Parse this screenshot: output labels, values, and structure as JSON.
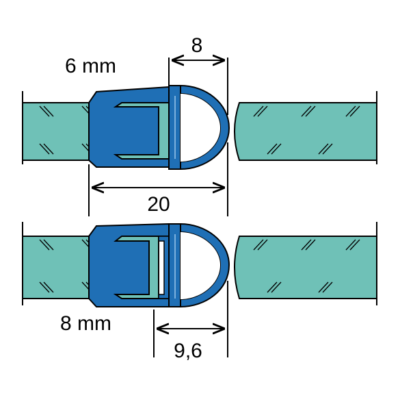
{
  "diagram": {
    "top_profile": {
      "glass_thickness_label": "6 mm",
      "bulb_width_label": "8",
      "overall_width_label": "20"
    },
    "bottom_profile": {
      "glass_thickness_label": "8 mm",
      "bulb_width_label": "9,6"
    },
    "colors": {
      "glass": "#6fc1b7",
      "seal": "#1f6fb5",
      "seal_outline": "#000000",
      "background": "#ffffff"
    }
  }
}
